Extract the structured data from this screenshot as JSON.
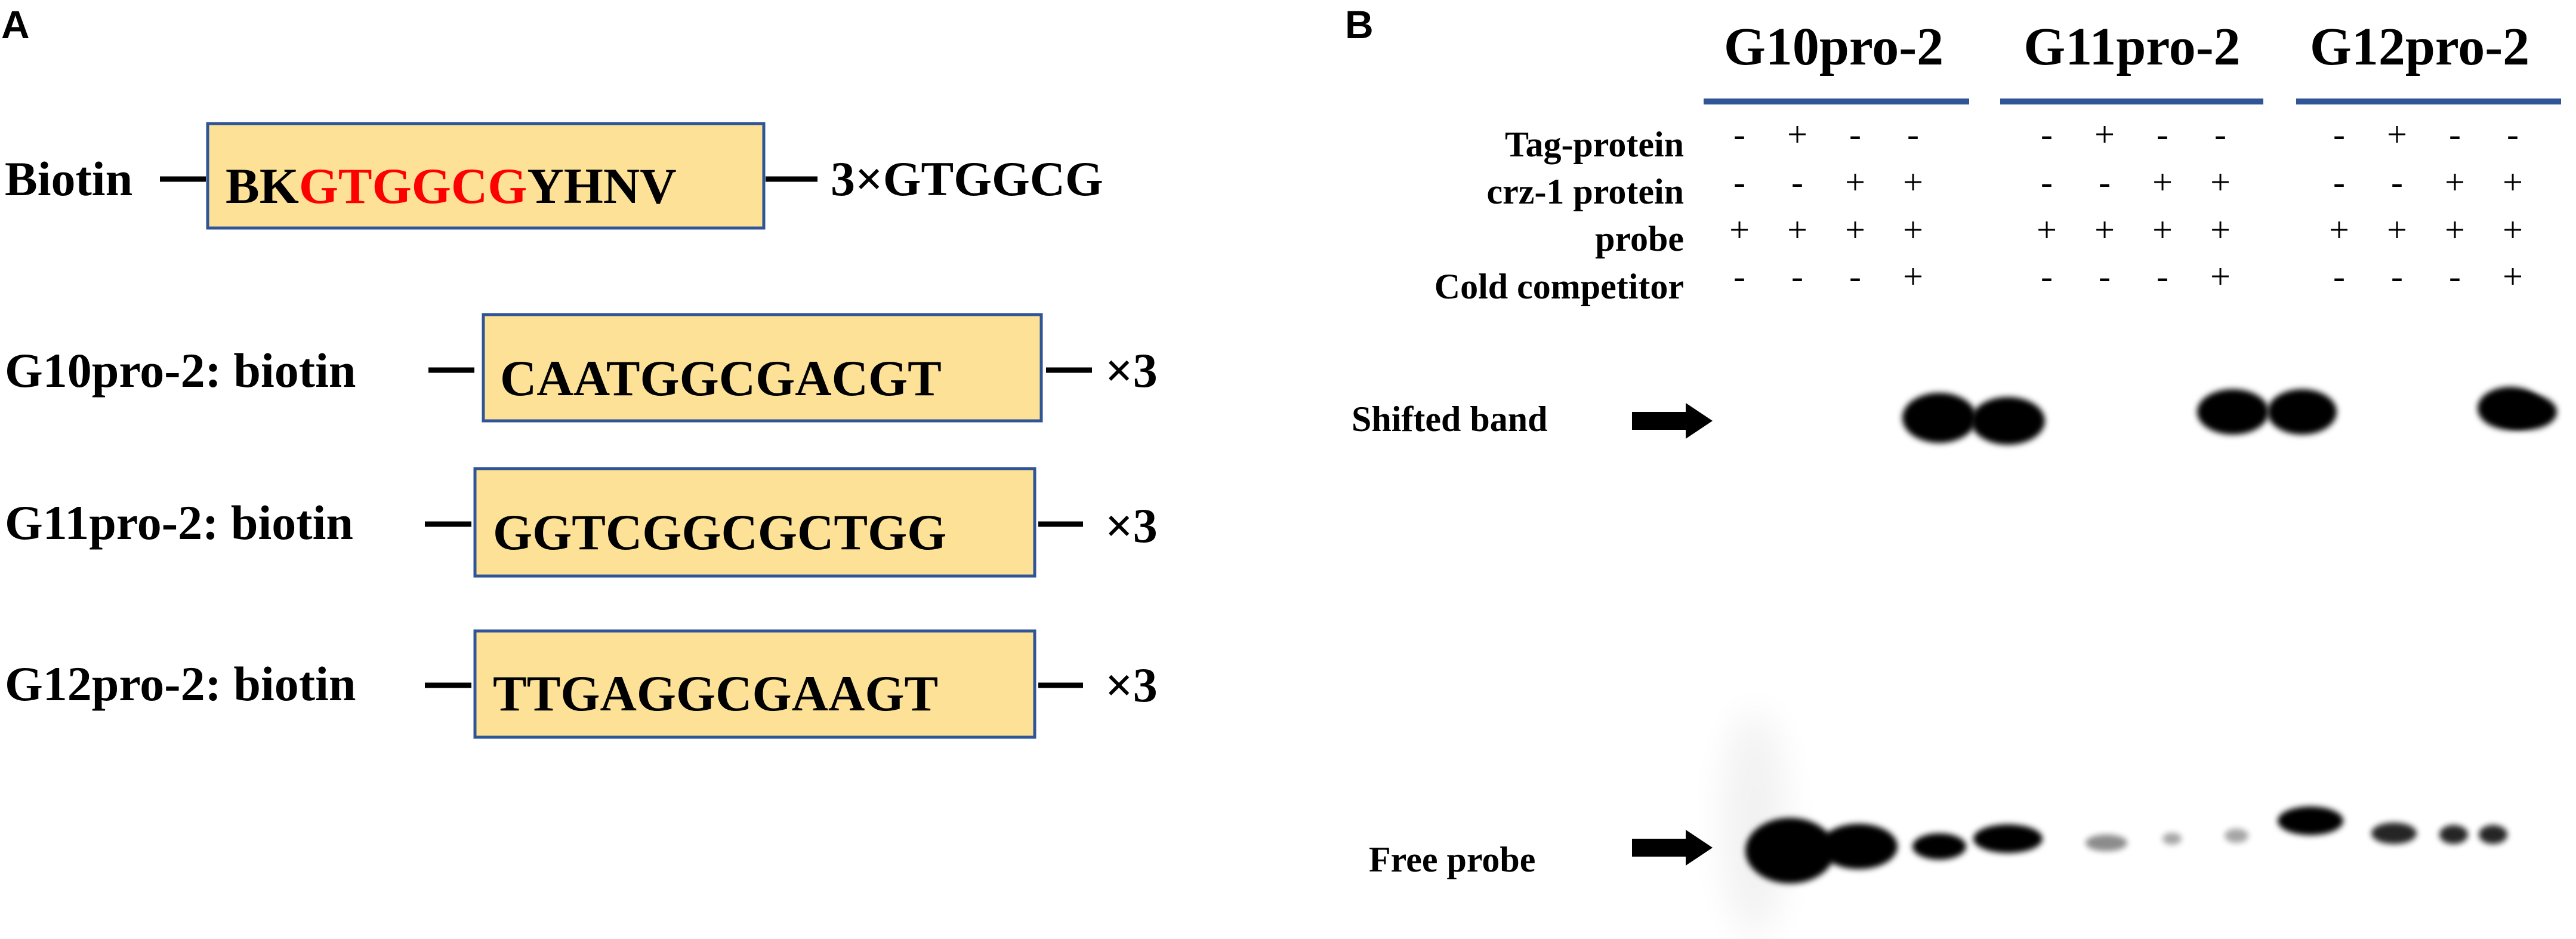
{
  "panel_a": {
    "label": "A",
    "consensus": {
      "prefix": "Biotin",
      "seq_start": "BK",
      "seq_core": "GTGGCG",
      "seq_end": "YHNV",
      "suffix": "3×GTGGCG"
    },
    "probes": [
      {
        "name": "G10pro-2: biotin",
        "sequence": "CAATGGCGACGT",
        "multiplier": "×3"
      },
      {
        "name": "G11pro-2: biotin",
        "sequence": "GGTCGGCGCTGG",
        "multiplier": "×3"
      },
      {
        "name": "G12pro-2: biotin",
        "sequence": "TTGAGGCGAAGT",
        "multiplier": "×3"
      }
    ]
  },
  "panel_b": {
    "label": "B",
    "groups": [
      "G10pro-2",
      "G11pro-2",
      "G12pro-2"
    ],
    "rows": [
      {
        "label": "Tag-protein",
        "signs": [
          "-",
          "+",
          "-",
          "-"
        ]
      },
      {
        "label": "crz-1 protein",
        "signs": [
          "-",
          "-",
          "+",
          "+"
        ]
      },
      {
        "label": "probe",
        "signs": [
          "+",
          "+",
          "+",
          "+"
        ]
      },
      {
        "label": "Cold competitor",
        "signs": [
          "-",
          "-",
          "-",
          "+"
        ]
      }
    ],
    "shifted_label": "Shifted band",
    "free_label": "Free probe"
  },
  "colors": {
    "box_fill": "#FCE196",
    "box_border": "#2F5597",
    "core_red": "#FF0000",
    "group_line": "#2F5597",
    "text": "#000000"
  }
}
